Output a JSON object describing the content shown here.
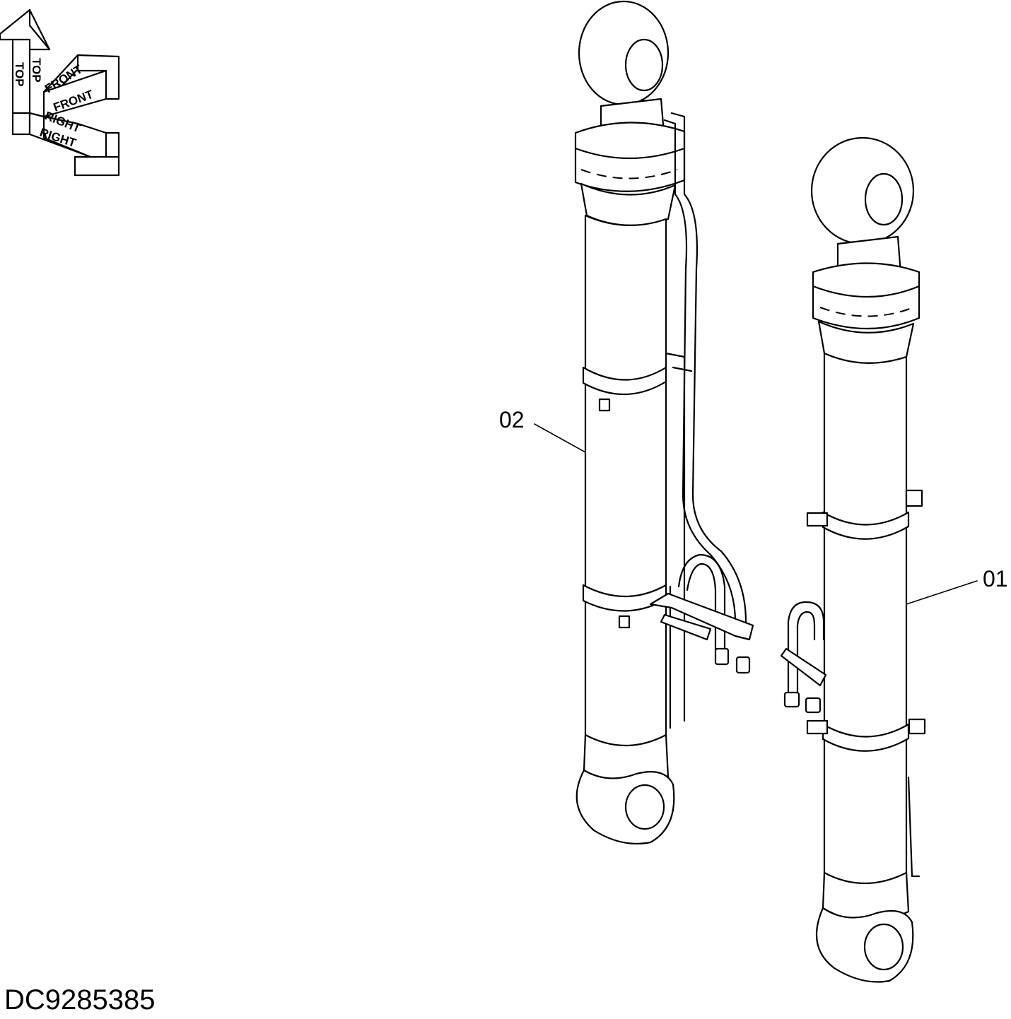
{
  "diagram": {
    "document_id": "DC9285385",
    "callouts": [
      {
        "id": "01",
        "label": "01"
      },
      {
        "id": "02",
        "label": "02"
      }
    ],
    "orientation": {
      "top": "TOP",
      "front": "FRONT",
      "right": "RIGHT"
    }
  }
}
